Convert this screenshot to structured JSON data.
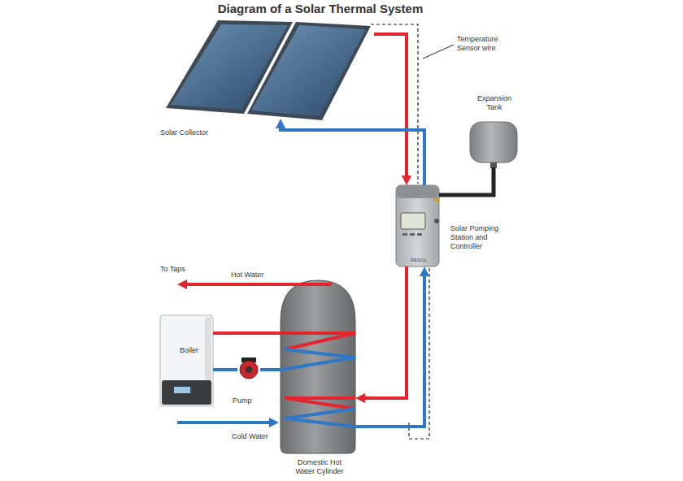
{
  "diagram": {
    "title": "Diagram of a Solar Thermal System",
    "nodes": [
      {
        "text": [
          "Solar Collector"
        ]
      },
      {
        "text": [
          "Expansion Tank"
        ]
      },
      {
        "text": [
          "Solar Pumping Station and Controller"
        ]
      },
      {
        "text": [
          "Boiler"
        ]
      },
      {
        "text": [
          "Pump"
        ]
      },
      {
        "text": [
          "Domestic Hot Water Cylinder"
        ]
      }
    ],
    "edges": [
      {
        "from": 0,
        "to": 2,
        "arrow": "to"
      },
      {
        "from": 2,
        "to": 0,
        "arrow": "to"
      },
      {
        "from": 1,
        "to": 2,
        "arrow": "none"
      },
      {
        "from": 2,
        "to": 5,
        "arrow": "to"
      },
      {
        "from": 5,
        "to": 2,
        "arrow": "to"
      },
      {
        "from": 3,
        "to": 5,
        "arrow": "none"
      },
      {
        "from": 5,
        "to": 4,
        "arrow": "none"
      },
      {
        "from": 4,
        "to": 3,
        "arrow": "none"
      }
    ],
    "labels": [
      "Temperature Sensor wire",
      "To Taps",
      "Hot Water",
      "Cold Water",
      "RESOL"
    ]
  }
}
